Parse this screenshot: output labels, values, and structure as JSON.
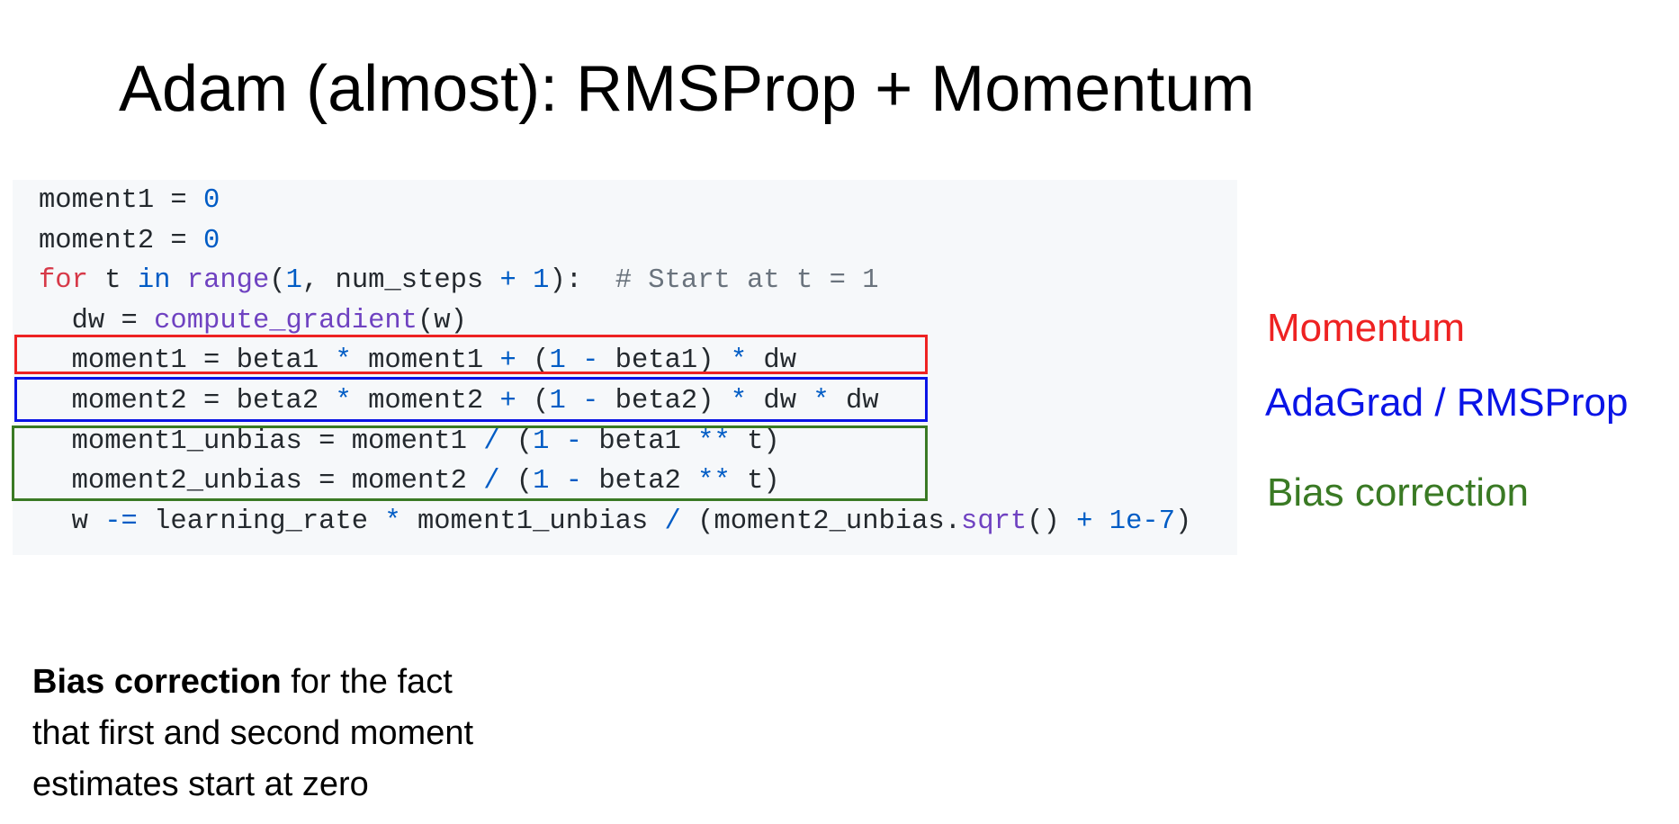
{
  "title": "Adam (almost): RMSProp + Momentum",
  "code_lines": [
    [
      [
        "p",
        "moment1 = "
      ],
      [
        "n",
        "0"
      ]
    ],
    [
      [
        "p",
        "moment2 = "
      ],
      [
        "n",
        "0"
      ]
    ],
    [
      [
        "k",
        "for"
      ],
      [
        "p",
        " t "
      ],
      [
        "n",
        "in"
      ],
      [
        "p",
        " "
      ],
      [
        "f",
        "range"
      ],
      [
        "p",
        "("
      ],
      [
        "n",
        "1"
      ],
      [
        "p",
        ", num_steps "
      ],
      [
        "o",
        "+"
      ],
      [
        "p",
        " "
      ],
      [
        "n",
        "1"
      ],
      [
        "p",
        "):  "
      ],
      [
        "c",
        "# Start at t = 1"
      ]
    ],
    [
      [
        "p",
        "  dw = "
      ],
      [
        "f",
        "compute_gradient"
      ],
      [
        "p",
        "(w)"
      ]
    ],
    [
      [
        "p",
        "  moment1 = beta1 "
      ],
      [
        "o",
        "*"
      ],
      [
        "p",
        " moment1 "
      ],
      [
        "o",
        "+"
      ],
      [
        "p",
        " ("
      ],
      [
        "n",
        "1"
      ],
      [
        "p",
        " "
      ],
      [
        "o",
        "-"
      ],
      [
        "p",
        " beta1) "
      ],
      [
        "o",
        "*"
      ],
      [
        "p",
        " dw"
      ]
    ],
    [
      [
        "p",
        "  moment2 = beta2 "
      ],
      [
        "o",
        "*"
      ],
      [
        "p",
        " moment2 "
      ],
      [
        "o",
        "+"
      ],
      [
        "p",
        " ("
      ],
      [
        "n",
        "1"
      ],
      [
        "p",
        " "
      ],
      [
        "o",
        "-"
      ],
      [
        "p",
        " beta2) "
      ],
      [
        "o",
        "*"
      ],
      [
        "p",
        " dw "
      ],
      [
        "o",
        "*"
      ],
      [
        "p",
        " dw"
      ]
    ],
    [
      [
        "p",
        "  moment1_unbias = moment1 "
      ],
      [
        "o",
        "/"
      ],
      [
        "p",
        " ("
      ],
      [
        "n",
        "1"
      ],
      [
        "p",
        " "
      ],
      [
        "o",
        "-"
      ],
      [
        "p",
        " beta1 "
      ],
      [
        "o",
        "**"
      ],
      [
        "p",
        " t)"
      ]
    ],
    [
      [
        "p",
        "  moment2_unbias = moment2 "
      ],
      [
        "o",
        "/"
      ],
      [
        "p",
        " ("
      ],
      [
        "n",
        "1"
      ],
      [
        "p",
        " "
      ],
      [
        "o",
        "-"
      ],
      [
        "p",
        " beta2 "
      ],
      [
        "o",
        "**"
      ],
      [
        "p",
        " t)"
      ]
    ],
    [
      [
        "p",
        "  w "
      ],
      [
        "o",
        "-="
      ],
      [
        "p",
        " learning_rate "
      ],
      [
        "o",
        "*"
      ],
      [
        "p",
        " moment1_unbias "
      ],
      [
        "o",
        "/"
      ],
      [
        "p",
        " (moment2_unbias."
      ],
      [
        "f",
        "sqrt"
      ],
      [
        "p",
        "() "
      ],
      [
        "o",
        "+"
      ],
      [
        "p",
        " "
      ],
      [
        "n",
        "1e-7"
      ],
      [
        "p",
        ")"
      ]
    ]
  ],
  "labels": {
    "momentum": {
      "text": "Momentum",
      "color": "#ee2222"
    },
    "adagrad": {
      "text": "AdaGrad / RMSProp",
      "color": "#0a14e6"
    },
    "bias": {
      "text": "Bias correction",
      "color": "#3a7a24"
    }
  },
  "note": {
    "bold": "Bias correction",
    "rest1": " for the fact",
    "line2": "that first and second moment",
    "line3": "estimates start at zero"
  }
}
